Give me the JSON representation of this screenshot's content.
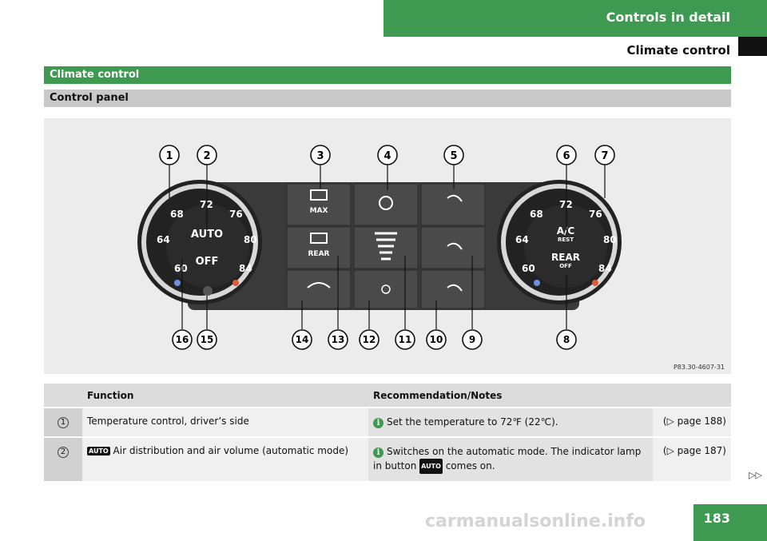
{
  "header": {
    "section": "Controls in detail",
    "subsection": "Climate control"
  },
  "bars": {
    "main": "Climate control",
    "sub": "Control panel"
  },
  "figure": {
    "code": "P83.30-4607-31",
    "left_dial": {
      "ticks": [
        "60",
        "64",
        "68",
        "72",
        "76",
        "80",
        "84"
      ],
      "top_button": "AUTO",
      "bottom_button": "OFF"
    },
    "right_dial": {
      "ticks": [
        "60",
        "64",
        "68",
        "72",
        "76",
        "80",
        "84"
      ],
      "top_button": "A/C",
      "top_sub": "REST",
      "bottom_button": "REAR",
      "bottom_sub": "OFF"
    },
    "buttons": {
      "max": "MAX",
      "rear": "REAR"
    },
    "callouts_top": [
      "1",
      "2",
      "3",
      "4",
      "5",
      "6",
      "7"
    ],
    "callouts_bottom": [
      "16",
      "15",
      "14",
      "13",
      "12",
      "11",
      "10",
      "9",
      "8"
    ]
  },
  "table": {
    "headers": [
      "",
      "Function",
      "Recommendation/Notes",
      ""
    ],
    "rows": [
      {
        "num": "1",
        "auto_icon": "",
        "function": "Temperature control, driver’s side",
        "note": "Set the temperature to 72℉ (22℃).",
        "note_icon": "",
        "note_end": "",
        "ref": "(▷ page 188)"
      },
      {
        "num": "2",
        "auto_icon": "AUTO",
        "function": "Air distribution and air volume (automatic mode)",
        "note": "Switches on the automatic mode. The indicator lamp in button",
        "note_icon": "AUTO",
        "note_end": "comes on.",
        "ref": "(▷ page 187)"
      }
    ]
  },
  "footer": {
    "page": "183",
    "continue": "▷▷",
    "watermark": "carmanualsonline.info"
  },
  "icons": {
    "info": "info-icon",
    "auto": "auto-button-icon"
  },
  "colors": {
    "green": "#3e9a50",
    "grey": "#c9c9c9"
  }
}
